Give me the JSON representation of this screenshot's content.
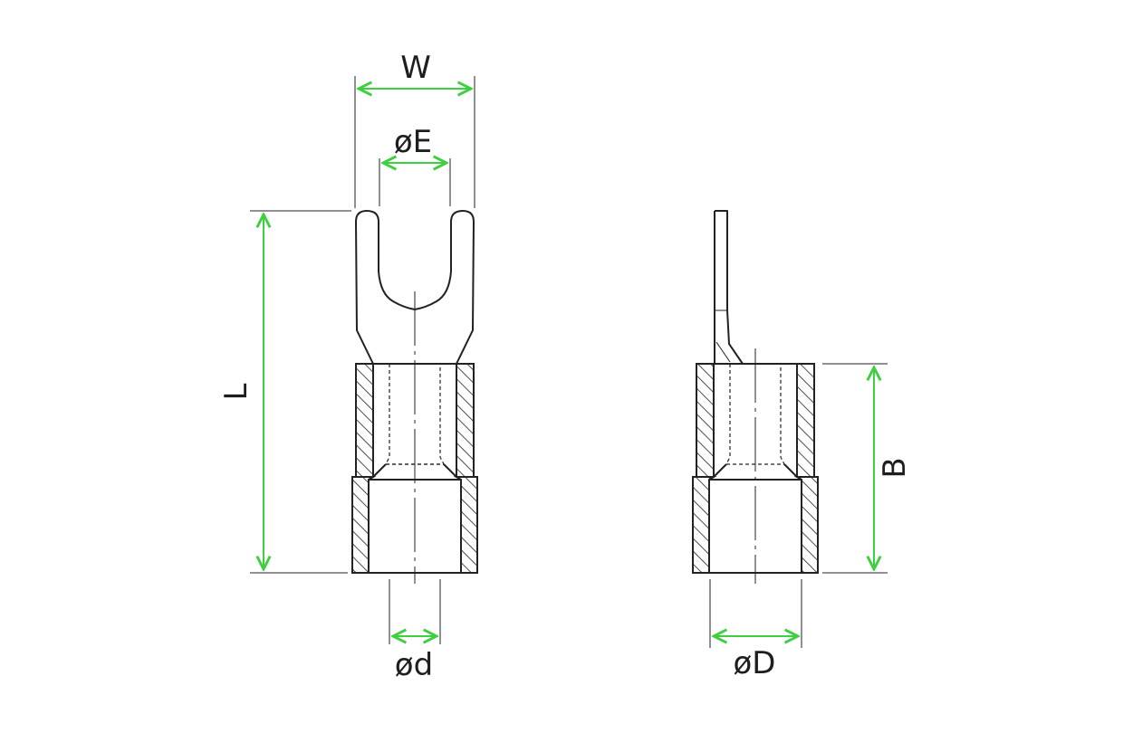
{
  "labels": {
    "W": "W",
    "E": "øE",
    "L": "L",
    "d": "ød",
    "B": "B",
    "D": "øD"
  },
  "colors": {
    "dimension": "#3ecf3e",
    "outline": "#222222",
    "background": "#ffffff"
  }
}
